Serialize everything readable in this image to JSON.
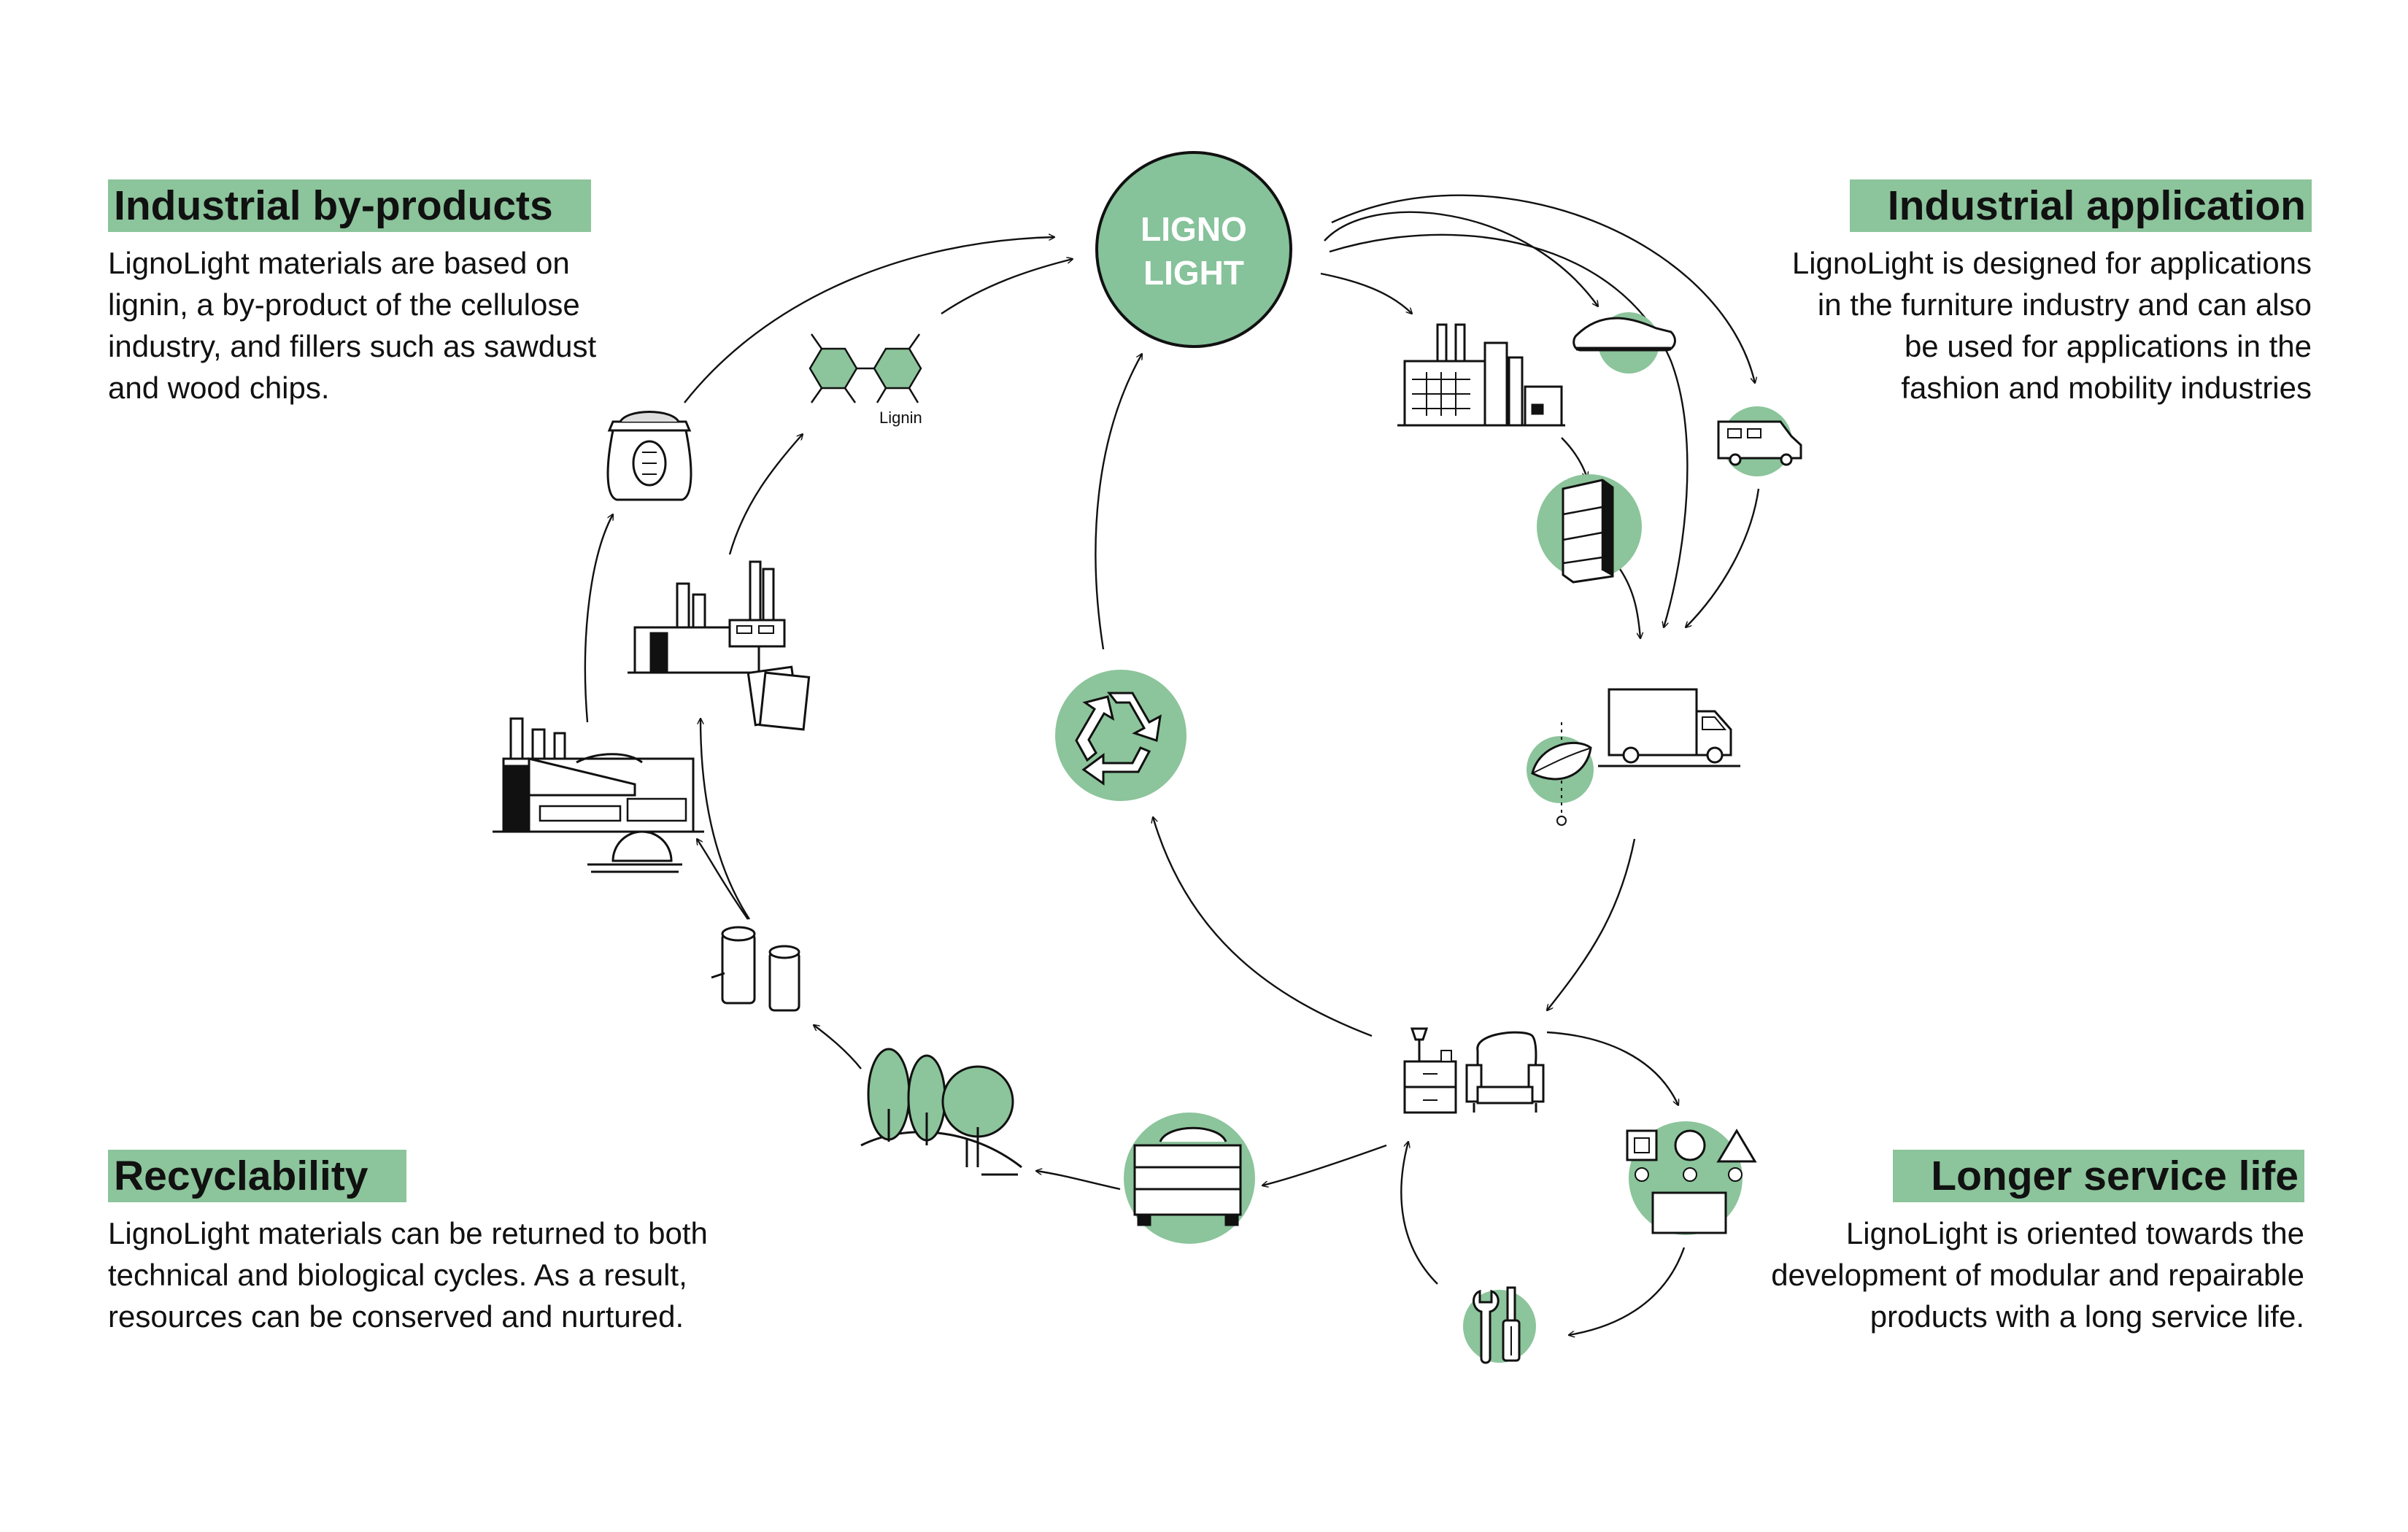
{
  "colors": {
    "accent": "#8cc49b",
    "hub": "#86c29a",
    "ink": "#111111"
  },
  "hub": {
    "line1": "LIGNO",
    "line2": "LIGHT"
  },
  "lignin_label": "Lignin",
  "sections": {
    "byproducts": {
      "title": "Industrial by-products",
      "lines": [
        "LignoLight materials are based on",
        "lignin, a by-product of the cellulose",
        "industry, and fillers such as sawdust",
        "and wood chips."
      ]
    },
    "application": {
      "title": "Industrial application",
      "lines": [
        "LignoLight is designed for applications",
        "in the furniture industry and can also",
        "be used for applications in the",
        "fashion and mobility industries"
      ]
    },
    "recyclability": {
      "title": "Recyclability",
      "lines": [
        "LignoLight materials can be returned to both",
        "technical and biological cycles. As a result,",
        "resources can be conserved and nurtured."
      ]
    },
    "service_life": {
      "title": "Longer service life",
      "lines": [
        "LignoLight is oriented towards the",
        "development of modular and repairable",
        "products with a long service life."
      ]
    }
  },
  "icons": [
    "sawdust-sack-icon",
    "lignin-molecule-icon",
    "paper-mill-icon",
    "sawmill-icon",
    "logs-icon",
    "trees-icon",
    "compost-bin-icon",
    "recycle-icon",
    "factory-icon",
    "shoe-icon",
    "camper-van-icon",
    "shelf-icon",
    "delivery-truck-icon",
    "feather-weight-icon",
    "furniture-icon",
    "modular-parts-icon",
    "repair-tools-icon"
  ]
}
